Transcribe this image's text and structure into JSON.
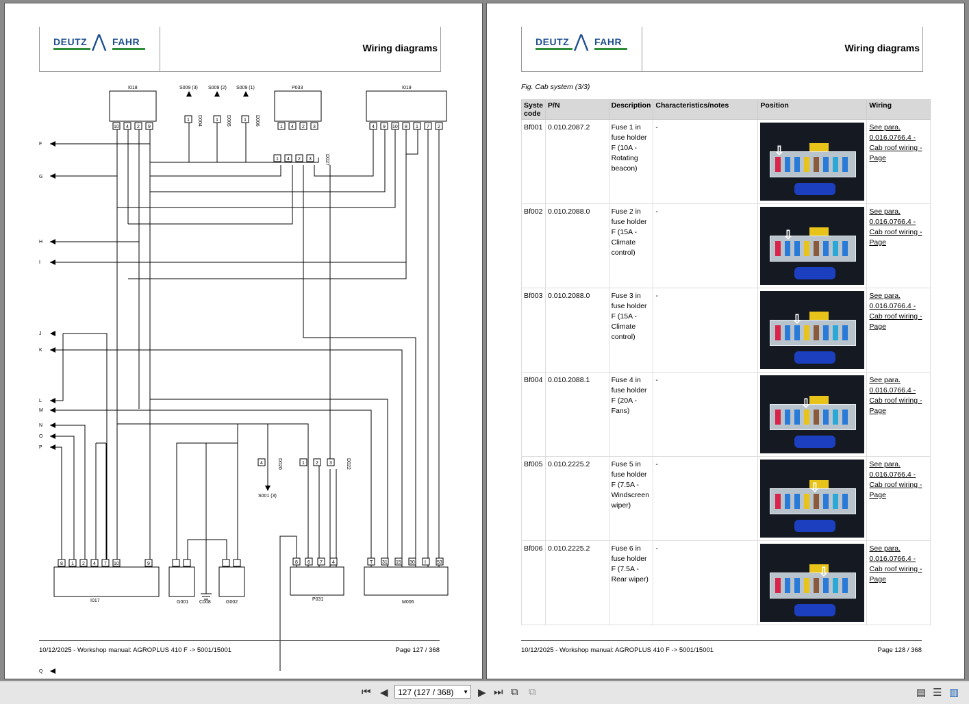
{
  "header": {
    "brand_left": "DEUTZ",
    "brand_right": "FAHR",
    "title": "Wiring diagrams"
  },
  "footer": {
    "doc": "10/12/2025 - Workshop manual: AGROPLUS 410 F -> 5001/15001",
    "page_left": "Page 127 / 368",
    "page_right": "Page 128 / 368"
  },
  "diagram": {
    "components": {
      "I018": "I018",
      "P033": "P033",
      "I019": "I019",
      "I017": "I017",
      "G001": "G001",
      "C008": "C008",
      "G002": "G002",
      "P031": "P031",
      "M006": "M006"
    },
    "switches": [
      "S009 (3)",
      "S009 (2)",
      "S009 (1)"
    ],
    "s001": "S001 (3)",
    "connectors": {
      "D004": "D004",
      "D005": "D005",
      "D006": "D006",
      "D027": "D027",
      "D020": "D020",
      "D022": "D022"
    },
    "letters": [
      "F",
      "G",
      "H",
      "I",
      "J",
      "K",
      "L",
      "M",
      "N",
      "O",
      "P",
      "Q"
    ]
  },
  "figure_caption": "Fig. Cab system (3/3)",
  "table": {
    "headers": [
      "Syste code",
      "P/N",
      "Description",
      "Characteristics/notes",
      "Position",
      "Wiring"
    ],
    "rows": [
      {
        "code": "Bf001",
        "pn": "0.010.2087.2",
        "desc": "Fuse 1 in fuse holder F (10A - Rotating beacon)",
        "notes": "-",
        "wiring": "See para. 0.016.0766.4 - Cab roof wiring - Page",
        "fuse_index": 0
      },
      {
        "code": "Bf002",
        "pn": "0.010.2088.0",
        "desc": "Fuse 2 in fuse holder F (15A - Climate control)",
        "notes": "-",
        "wiring": "See para. 0.016.0766.4 - Cab roof wiring - Page",
        "fuse_index": 1
      },
      {
        "code": "Bf003",
        "pn": "0.010.2088.0",
        "desc": "Fuse 3 in fuse holder F (15A - Climate control)",
        "notes": "-",
        "wiring": "See para. 0.016.0766.4 - Cab roof wiring - Page",
        "fuse_index": 2
      },
      {
        "code": "Bf004",
        "pn": "0.010.2088.1",
        "desc": "Fuse 4 in fuse holder F (20A - Fans)",
        "notes": "-",
        "wiring": "See para. 0.016.0766.4 - Cab roof wiring - Page",
        "fuse_index": 3
      },
      {
        "code": "Bf005",
        "pn": "0.010.2225.2",
        "desc": "Fuse 5 in fuse holder F (7.5A - Windscreen wiper)",
        "notes": "-",
        "wiring": "See para. 0.016.0766.4 - Cab roof wiring - Page",
        "fuse_index": 4
      },
      {
        "code": "Bf006",
        "pn": "0.010.2225.2",
        "desc": "Fuse 6 in fuse holder F (7.5A - Rear wiper)",
        "notes": "-",
        "wiring": "See para. 0.016.0766.4 - Cab roof wiring - Page",
        "fuse_index": 5
      }
    ]
  },
  "toolbar": {
    "page_field": "127 (127 / 368)"
  },
  "colors": {
    "brand_blue": "#1c4e8f",
    "brand_green": "#2e8b3a",
    "table_header": "#d8d8d8"
  }
}
